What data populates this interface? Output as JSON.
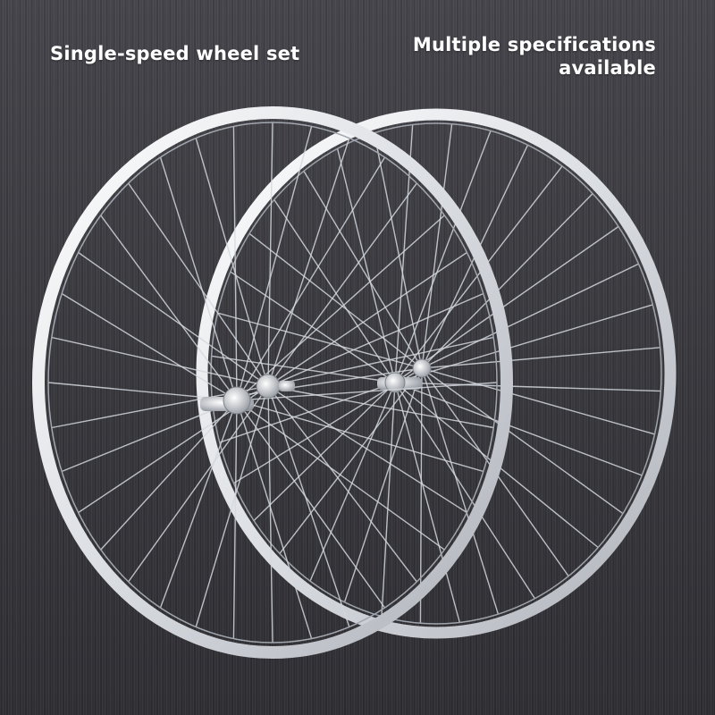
{
  "captions": {
    "left": "Single-speed wheel set",
    "right_line1": "Multiple specifications",
    "right_line2": "available"
  },
  "colors": {
    "background": "#3d3d42",
    "rim": "#e6e8ec",
    "spoke": "#d4d8de",
    "hub": "#c9ccd2",
    "caption_text": "#ffffff"
  },
  "product": {
    "wheel_count": 2,
    "spokes_per_wheel": 36
  }
}
